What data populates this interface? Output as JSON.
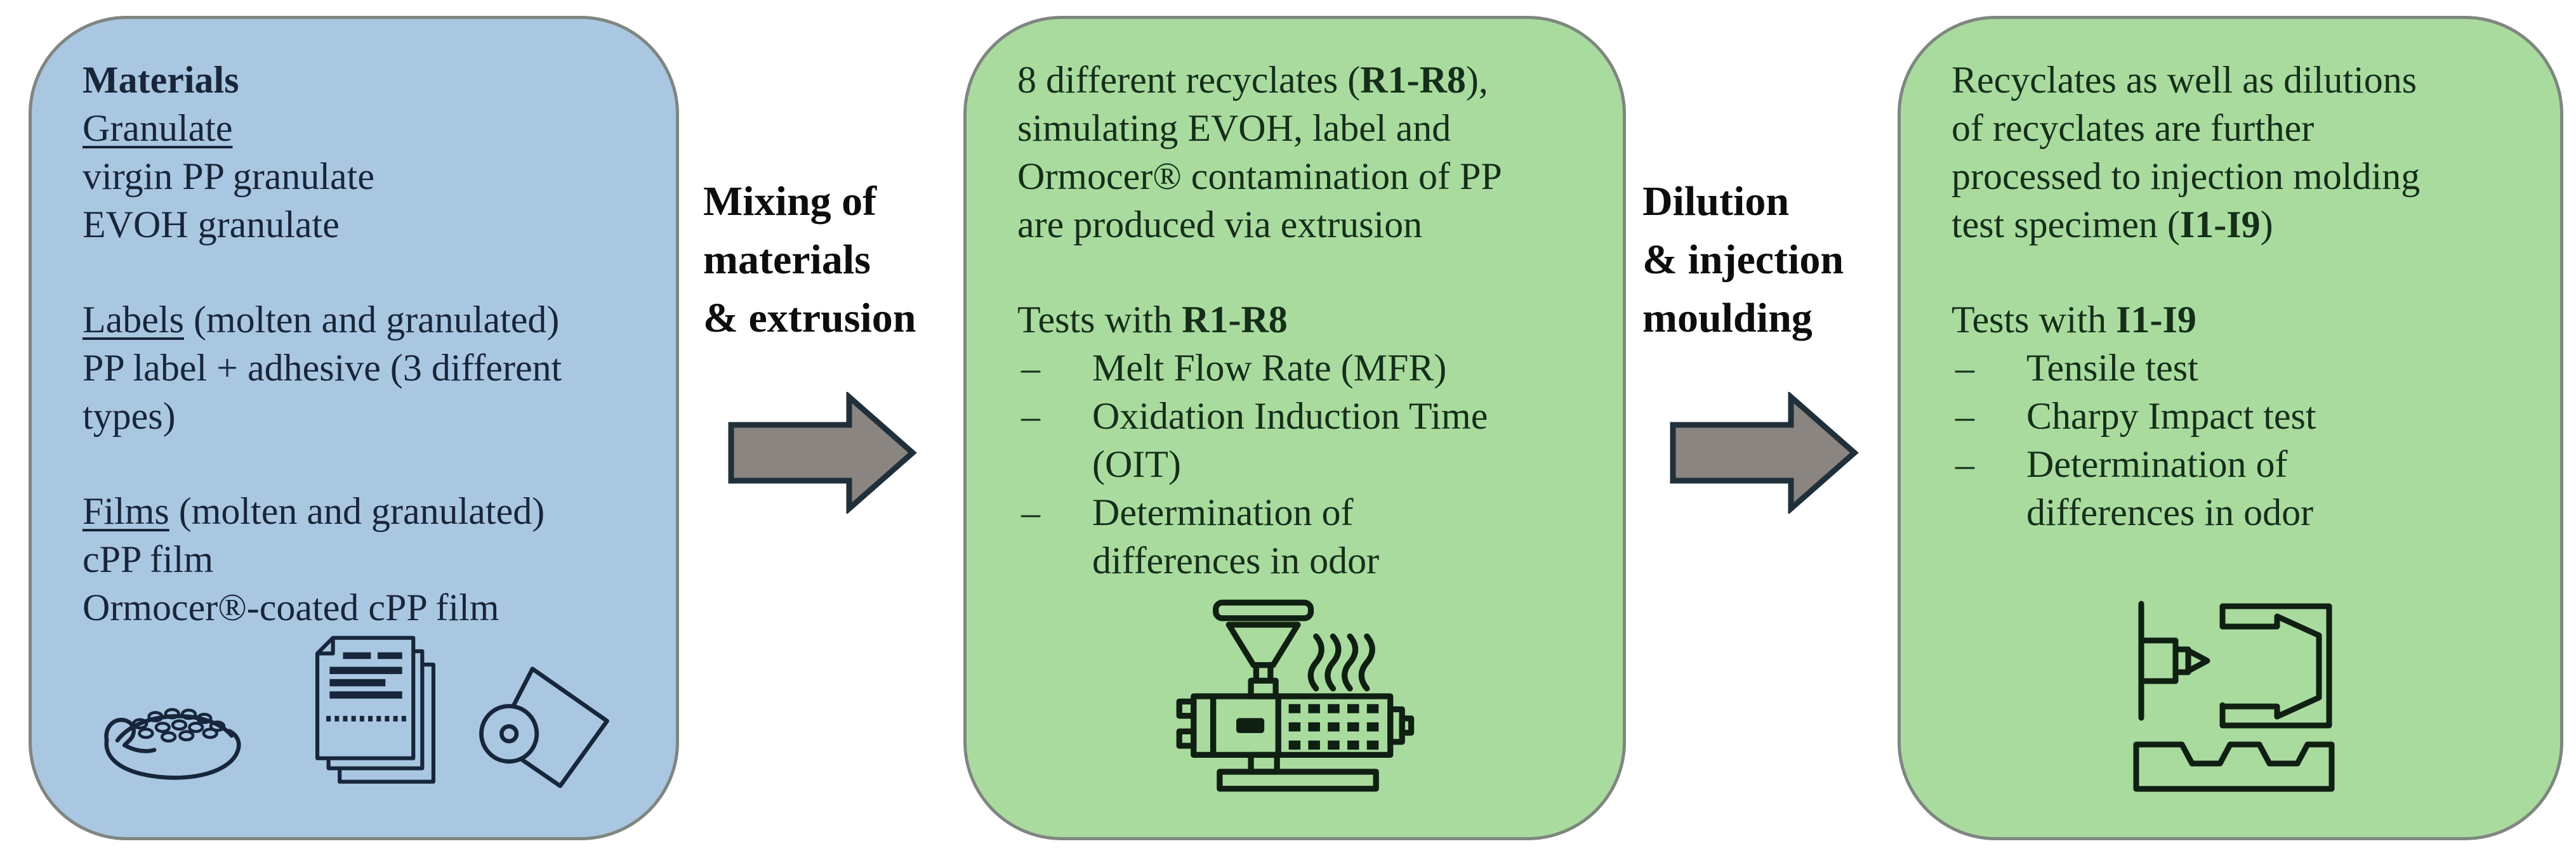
{
  "figure": {
    "bullet": "–",
    "colors": {
      "background": "#ffffff",
      "blue_box_fill": "#aac7e2",
      "green_box_fill": "#a9db9e",
      "box_border": "#7f8680",
      "blue_text": "#18263a",
      "green_text": "#152e1a",
      "connector_text": "#0d0d0d",
      "arrow_fill": "#8a8580",
      "arrow_outline": "#20303a"
    },
    "materials_box": {
      "title": "Materials",
      "granulate_heading": "Granulate",
      "granulate_lines": [
        "virgin PP granulate",
        "EVOH granulate"
      ],
      "labels_heading": "Labels",
      "labels_heading_suffix": " (molten and granulated)",
      "labels_lines": [
        "PP label + adhesive (3 different",
        "types)"
      ],
      "films_heading": "Films",
      "films_heading_suffix": " (molten and granulated)",
      "films_lines": [
        "cPP film",
        "Ormocer®-coated cPP film"
      ],
      "icons": [
        "hand-holding-granulate-icon",
        "label-sheets-icon",
        "film-roll-icon"
      ]
    },
    "connector_1": {
      "lines": [
        "Mixing of",
        "materials",
        "& extrusion"
      ],
      "arrow_icon": "right-block-arrow-icon"
    },
    "recyclates_box": {
      "para_lines": [
        {
          "pre": "8 different recyclates (",
          "bold": "R1-R8",
          "post": "),"
        },
        {
          "pre": "simulating EVOH, label and"
        },
        {
          "pre": "Ormocer® contamination of PP"
        },
        {
          "pre": "are produced via extrusion"
        }
      ],
      "tests_prefix": "Tests with ",
      "tests_bold": "R1-R8",
      "test_items": [
        [
          "Melt Flow Rate (MFR)"
        ],
        [
          "Oxidation Induction Time",
          "(OIT)"
        ],
        [
          "Determination of",
          "differences in odor"
        ]
      ],
      "icon": "extruder-icon"
    },
    "connector_2": {
      "lines": [
        "Dilution",
        "& injection",
        "moulding"
      ],
      "arrow_icon": "right-block-arrow-icon"
    },
    "specimen_box": {
      "para_lines": [
        {
          "pre": "Recyclates as well as dilutions"
        },
        {
          "pre": "of recyclates are further"
        },
        {
          "pre": "processed to injection molding"
        },
        {
          "pre": "test specimen (",
          "bold": "I1-I9",
          "post": ")"
        }
      ],
      "tests_prefix": "Tests with ",
      "tests_bold": "I1-I9",
      "test_items": [
        [
          "Tensile test"
        ],
        [
          "Charpy Impact test"
        ],
        [
          "Determination of",
          "differences in odor"
        ]
      ],
      "icon": "injection-moulding-icon"
    }
  }
}
